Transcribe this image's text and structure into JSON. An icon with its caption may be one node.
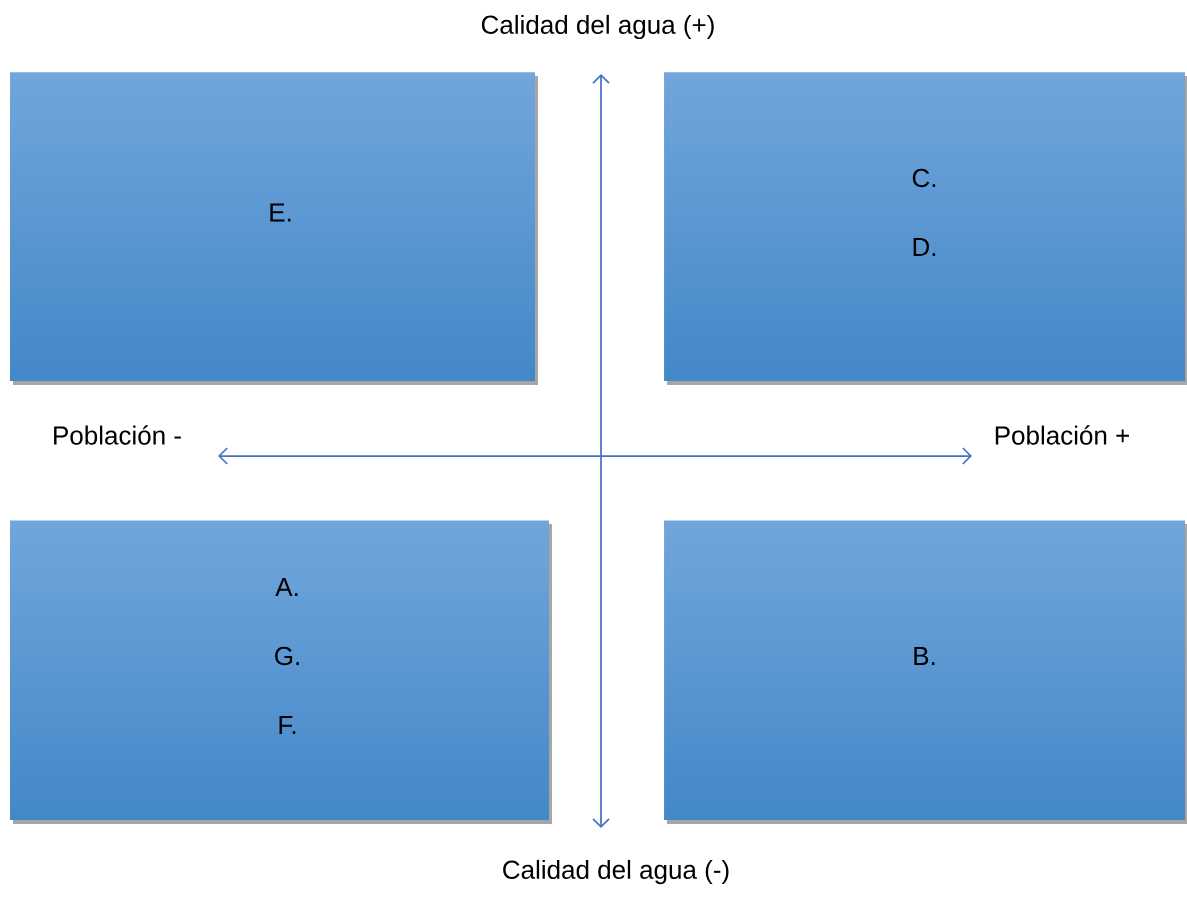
{
  "diagram": {
    "nodes": [
      {
        "text": [
          "E."
        ]
      },
      {
        "text": [
          "C.",
          "D."
        ]
      },
      {
        "text": [
          "A.",
          "G.",
          "F."
        ]
      },
      {
        "text": [
          "B."
        ]
      }
    ],
    "labels": [
      "Calidad del agua (+)",
      "Población -",
      "Población +",
      "Calidad del agua (-)"
    ]
  }
}
